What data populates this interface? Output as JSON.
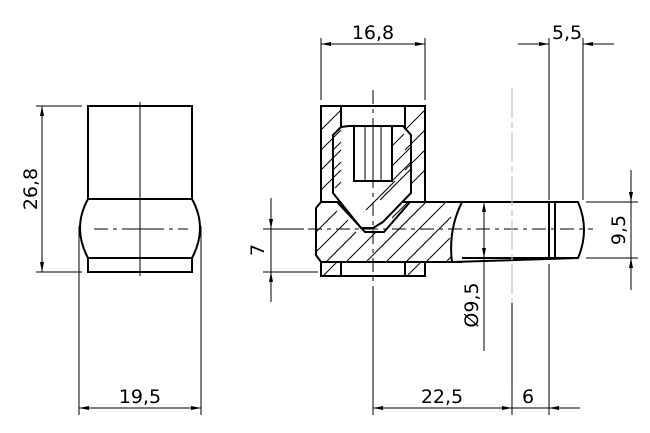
{
  "drawing": {
    "type": "technical-drawing",
    "views": [
      {
        "name": "front-view",
        "position": "left"
      },
      {
        "name": "section-view",
        "position": "center"
      },
      {
        "name": "pin-side",
        "position": "right"
      }
    ],
    "dimensions": {
      "height_left": "26,8",
      "width_left": "19,5",
      "width_top": "16,8",
      "offset_top_right": "5,5",
      "height_left_section": "7",
      "diameter": "Ø9,5",
      "height_right": "9,5",
      "length_bottom": "22,5",
      "offset_bottom_right": "6"
    },
    "colors": {
      "line": "#000000",
      "background": "#ffffff",
      "construction": "#c8c8c8"
    }
  }
}
